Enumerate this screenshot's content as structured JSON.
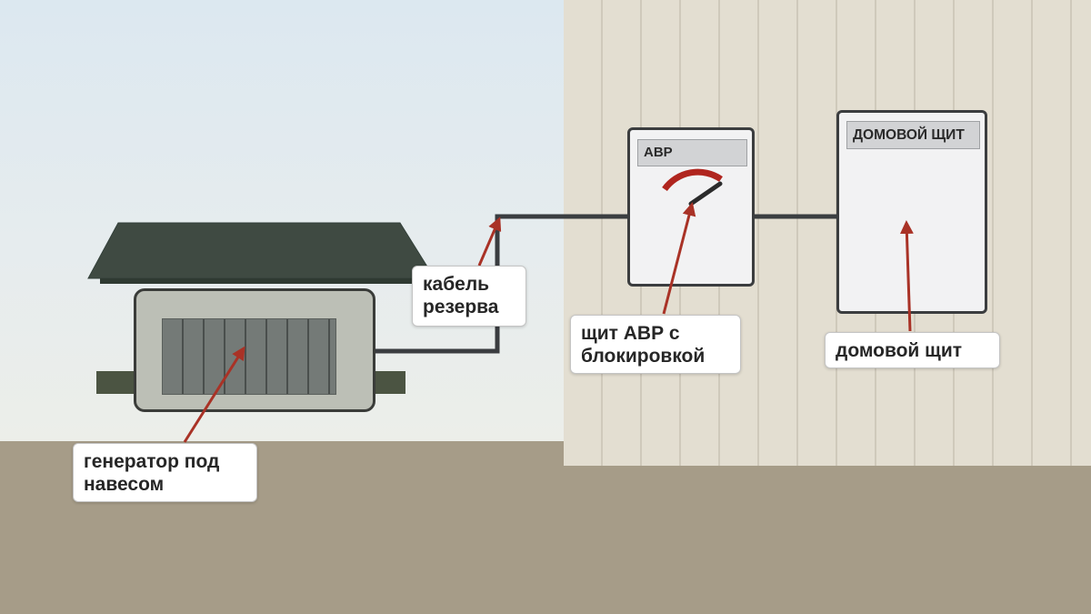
{
  "panels": {
    "avr": {
      "plate_text": "АВР"
    },
    "house": {
      "plate_text": "ДОМОВОЙ ЩИТ"
    }
  },
  "callouts": {
    "generator": "генератор под навесом",
    "cable": "кабель резерва",
    "avr": "щит АВР с блокировкой",
    "house": "домовой щит"
  },
  "colors": {
    "sky": "#dce8f0",
    "ground": "#a69c88",
    "wall": "#e3ded1",
    "canopy": "#3f4a42",
    "cable": "#3a3d40",
    "arrow": "#a93226",
    "dial": "#b0251e"
  }
}
